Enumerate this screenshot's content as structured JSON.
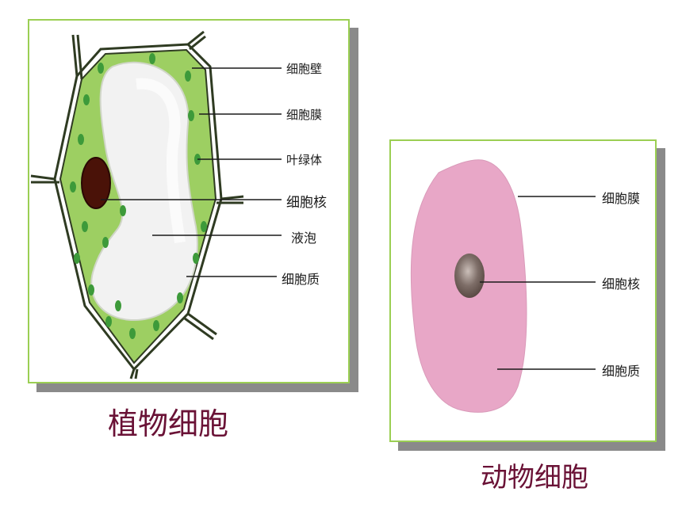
{
  "plant": {
    "caption": "植物细胞",
    "labels": {
      "cell_wall": "细胞壁",
      "cell_membrane": "细胞膜",
      "chloroplast": "叶绿体",
      "nucleus": "细胞核",
      "vacuole": "液泡",
      "cytoplasm": "细胞质"
    }
  },
  "animal": {
    "caption": "动物细胞",
    "labels": {
      "cell_membrane": "细胞膜",
      "nucleus": "细胞核",
      "cytoplasm": "细胞质"
    }
  },
  "colors": {
    "panel_border": "#9bcf53",
    "panel_shadow": "#8a8a8a",
    "plant_cytoplasm": "#9dcf62",
    "chloroplast": "#3d9a3a",
    "vacuole": "#f2f2f2",
    "nucleus_plant": "#4a1208",
    "animal_cell": "#e8a7c7",
    "animal_nucleus": "#7e6e68",
    "caption": "#6a1236"
  }
}
